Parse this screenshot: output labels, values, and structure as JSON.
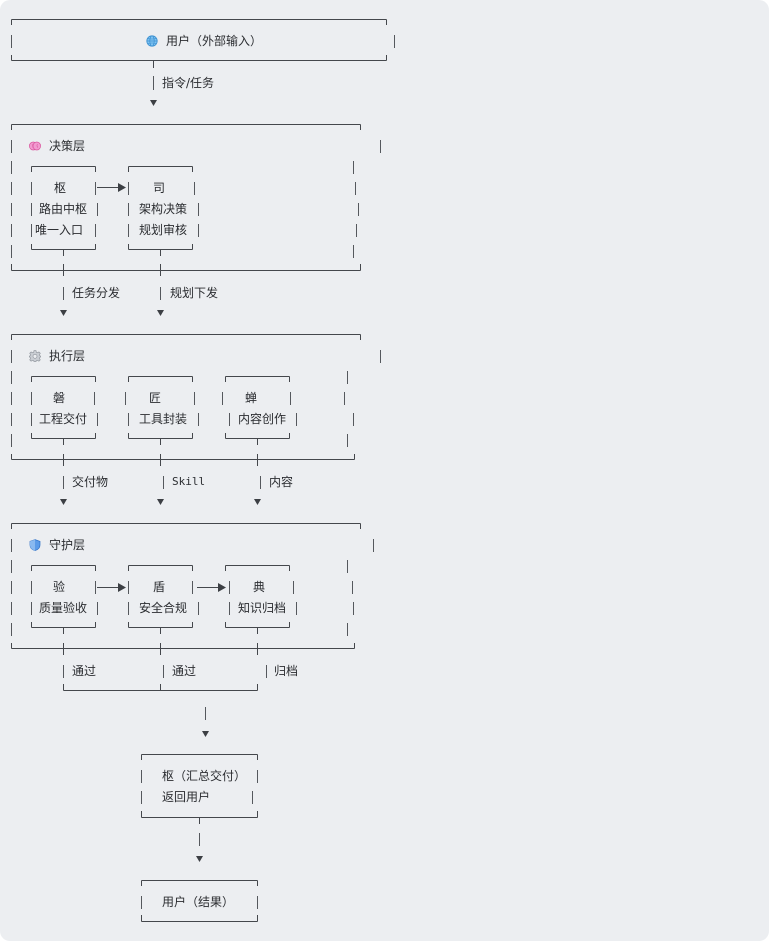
{
  "colors": {
    "background": "#eceef1",
    "line": "#44474c",
    "brain": "#f07cc0",
    "shield": "#3d7fe0",
    "globe": "#4aa3e8",
    "gear": "#9aa0a8"
  },
  "top": {
    "icon": "globe-icon",
    "label": "用户（外部输入）"
  },
  "edges": {
    "to_decision": "指令/任务",
    "to_executor_left": "任务分发",
    "to_executor_mid": "规划下发",
    "to_guard_left": "交付物",
    "to_guard_mid": "Skill",
    "to_guard_right": "内容",
    "pass_left": "通过",
    "pass_mid": "通过",
    "archive": "归档"
  },
  "layers": {
    "decision": {
      "icon": "brain-icon",
      "title": "决策层",
      "nodes": [
        {
          "name": "枢",
          "lines": [
            "路由中枢",
            "唯一入口"
          ]
        },
        {
          "name": "司",
          "lines": [
            "架构决策",
            "规划审核"
          ]
        }
      ]
    },
    "execution": {
      "icon": "gear-icon",
      "title": "执行层",
      "nodes": [
        {
          "name": "磐",
          "lines": [
            "工程交付"
          ]
        },
        {
          "name": "匠",
          "lines": [
            "工具封装"
          ]
        },
        {
          "name": "蝉",
          "lines": [
            "内容创作"
          ]
        }
      ]
    },
    "guard": {
      "icon": "shield-icon",
      "title": "守护层",
      "nodes": [
        {
          "name": "验",
          "lines": [
            "质量验收"
          ]
        },
        {
          "name": "盾",
          "lines": [
            "安全合规"
          ]
        },
        {
          "name": "典",
          "lines": [
            "知识归档"
          ]
        }
      ]
    }
  },
  "summary": {
    "lines": [
      "枢（汇总交付）",
      "返回用户"
    ]
  },
  "result": {
    "label": "用户（结果）"
  }
}
